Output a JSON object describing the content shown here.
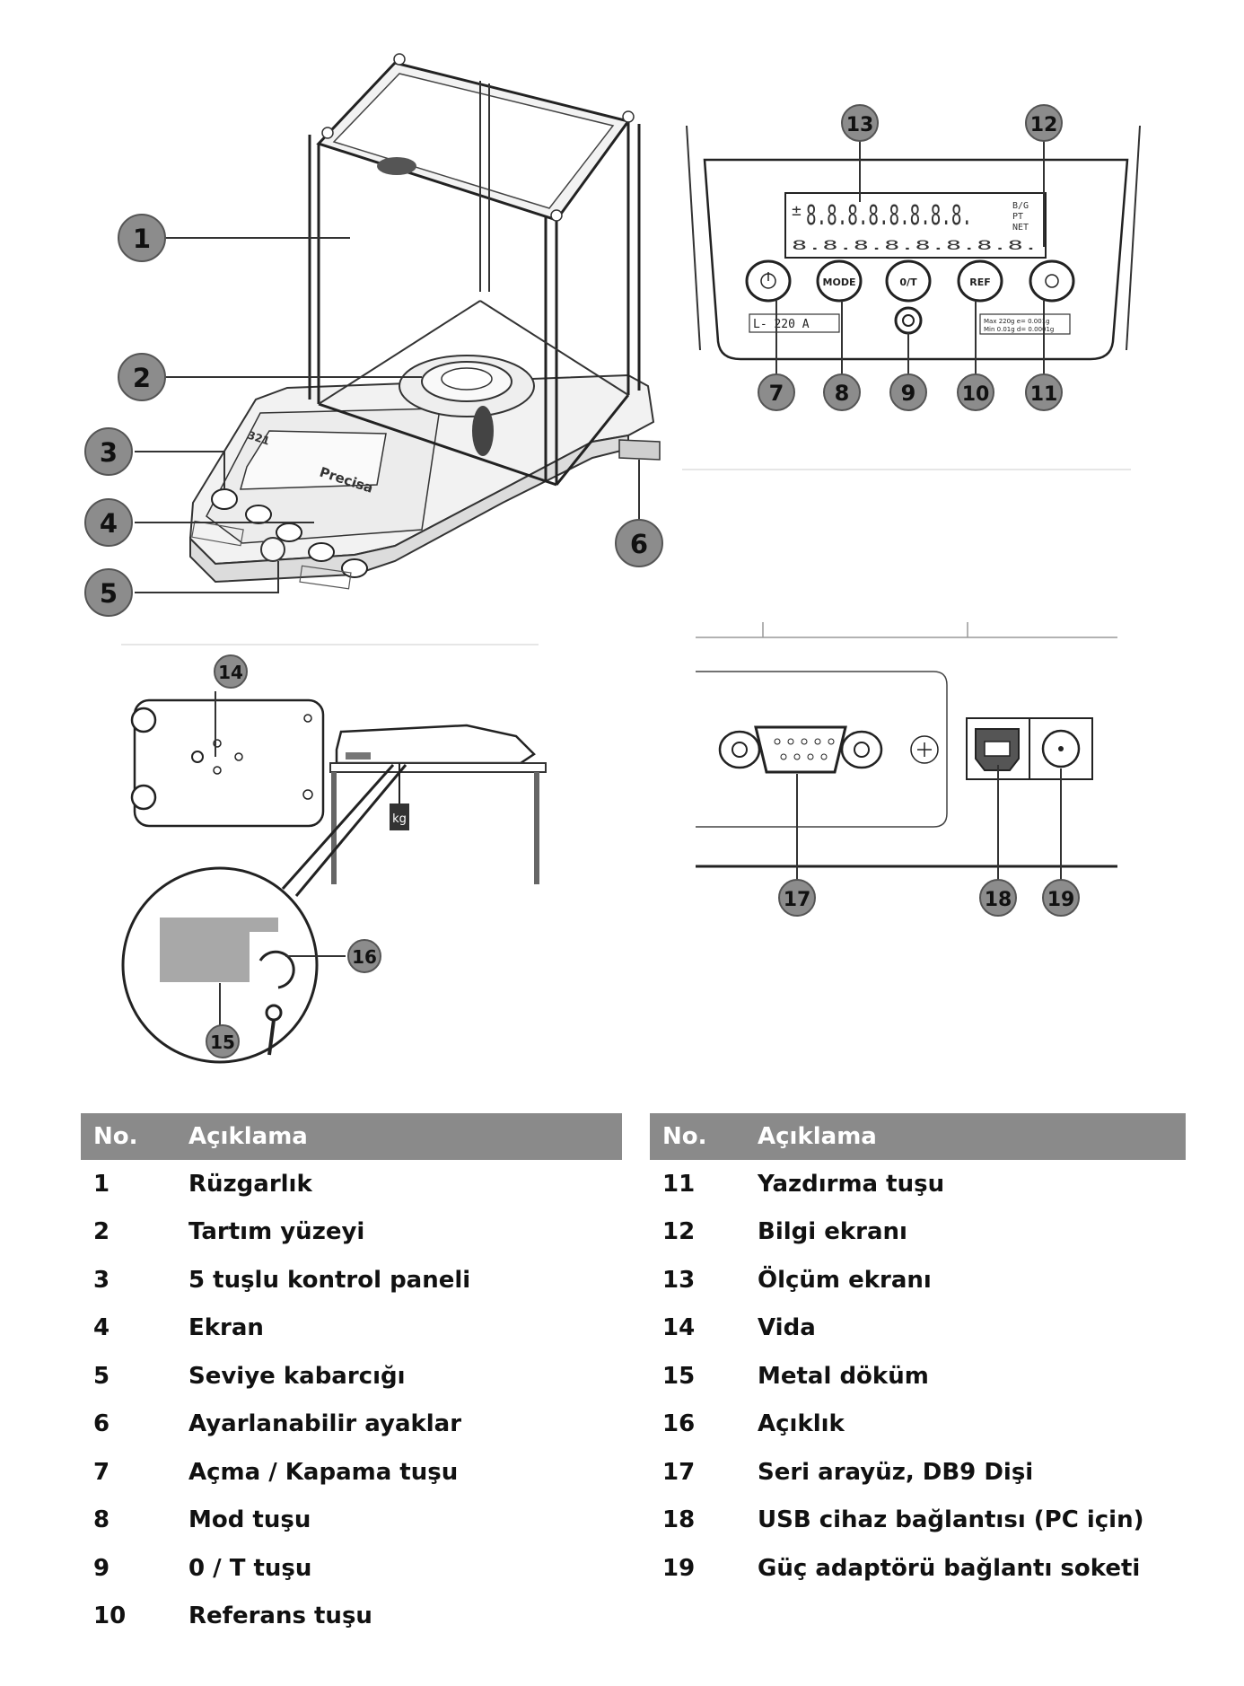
{
  "figure": {
    "callouts": [
      {
        "id": "c1",
        "label": "1"
      },
      {
        "id": "c2",
        "label": "2"
      },
      {
        "id": "c3",
        "label": "3"
      },
      {
        "id": "c4",
        "label": "4"
      },
      {
        "id": "c5",
        "label": "5"
      },
      {
        "id": "c6",
        "label": "6"
      },
      {
        "id": "c7",
        "label": "7"
      },
      {
        "id": "c8",
        "label": "8"
      },
      {
        "id": "c9",
        "label": "9"
      },
      {
        "id": "c10",
        "label": "10"
      },
      {
        "id": "c11",
        "label": "11"
      },
      {
        "id": "c12",
        "label": "12"
      },
      {
        "id": "c13",
        "label": "13"
      },
      {
        "id": "c14",
        "label": "14"
      },
      {
        "id": "c15",
        "label": "15"
      },
      {
        "id": "c16",
        "label": "16"
      },
      {
        "id": "c17",
        "label": "17"
      },
      {
        "id": "c18",
        "label": "18"
      },
      {
        "id": "c19",
        "label": "19"
      }
    ],
    "panel": {
      "keys": [
        "MODE",
        "0/T",
        "REF"
      ],
      "model_label": "L- 220 A",
      "spec_line1": "Max  220g   e= 0.001g",
      "spec_line2": "Min  0.01g   d= 0.0001g",
      "lcd_digits": "8.8.8.8.8.8.8.8.",
      "lcd_flags": [
        "B/G",
        "PT",
        "NET"
      ],
      "lcd_sign": "±"
    },
    "balance_brand": "Precisa",
    "balance_model": "321",
    "weight_label": "kg"
  },
  "table_left": {
    "header": {
      "no": "No.",
      "desc": "Açıklama"
    },
    "rows": [
      {
        "no": "1",
        "desc": "Rüzgarlık"
      },
      {
        "no": "2",
        "desc": "Tartım yüzeyi"
      },
      {
        "no": "3",
        "desc": "5 tuşlu kontrol paneli"
      },
      {
        "no": "4",
        "desc": "Ekran"
      },
      {
        "no": "5",
        "desc": "Seviye kabarcığı"
      },
      {
        "no": "6",
        "desc": "Ayarlanabilir ayaklar"
      },
      {
        "no": "7",
        "desc": "Açma / Kapama tuşu"
      },
      {
        "no": "8",
        "desc": "Mod tuşu"
      },
      {
        "no": "9",
        "desc": "0 / T tuşu"
      },
      {
        "no": "10",
        "desc": "Referans tuşu"
      }
    ]
  },
  "table_right": {
    "header": {
      "no": "No.",
      "desc": "Açıklama"
    },
    "rows": [
      {
        "no": "11",
        "desc": "Yazdırma tuşu"
      },
      {
        "no": "12",
        "desc": "Bilgi ekranı"
      },
      {
        "no": "13",
        "desc": "Ölçüm ekranı"
      },
      {
        "no": "14",
        "desc": "Vida"
      },
      {
        "no": "15",
        "desc": "Metal döküm"
      },
      {
        "no": "16",
        "desc": "Açıklık"
      },
      {
        "no": "17",
        "desc": "Seri arayüz, DB9 Dişi"
      },
      {
        "no": "18",
        "desc": "USB cihaz bağlantısı (PC için)"
      },
      {
        "no": "19",
        "desc": "Güç adaptörü bağlantı soketi"
      }
    ]
  }
}
